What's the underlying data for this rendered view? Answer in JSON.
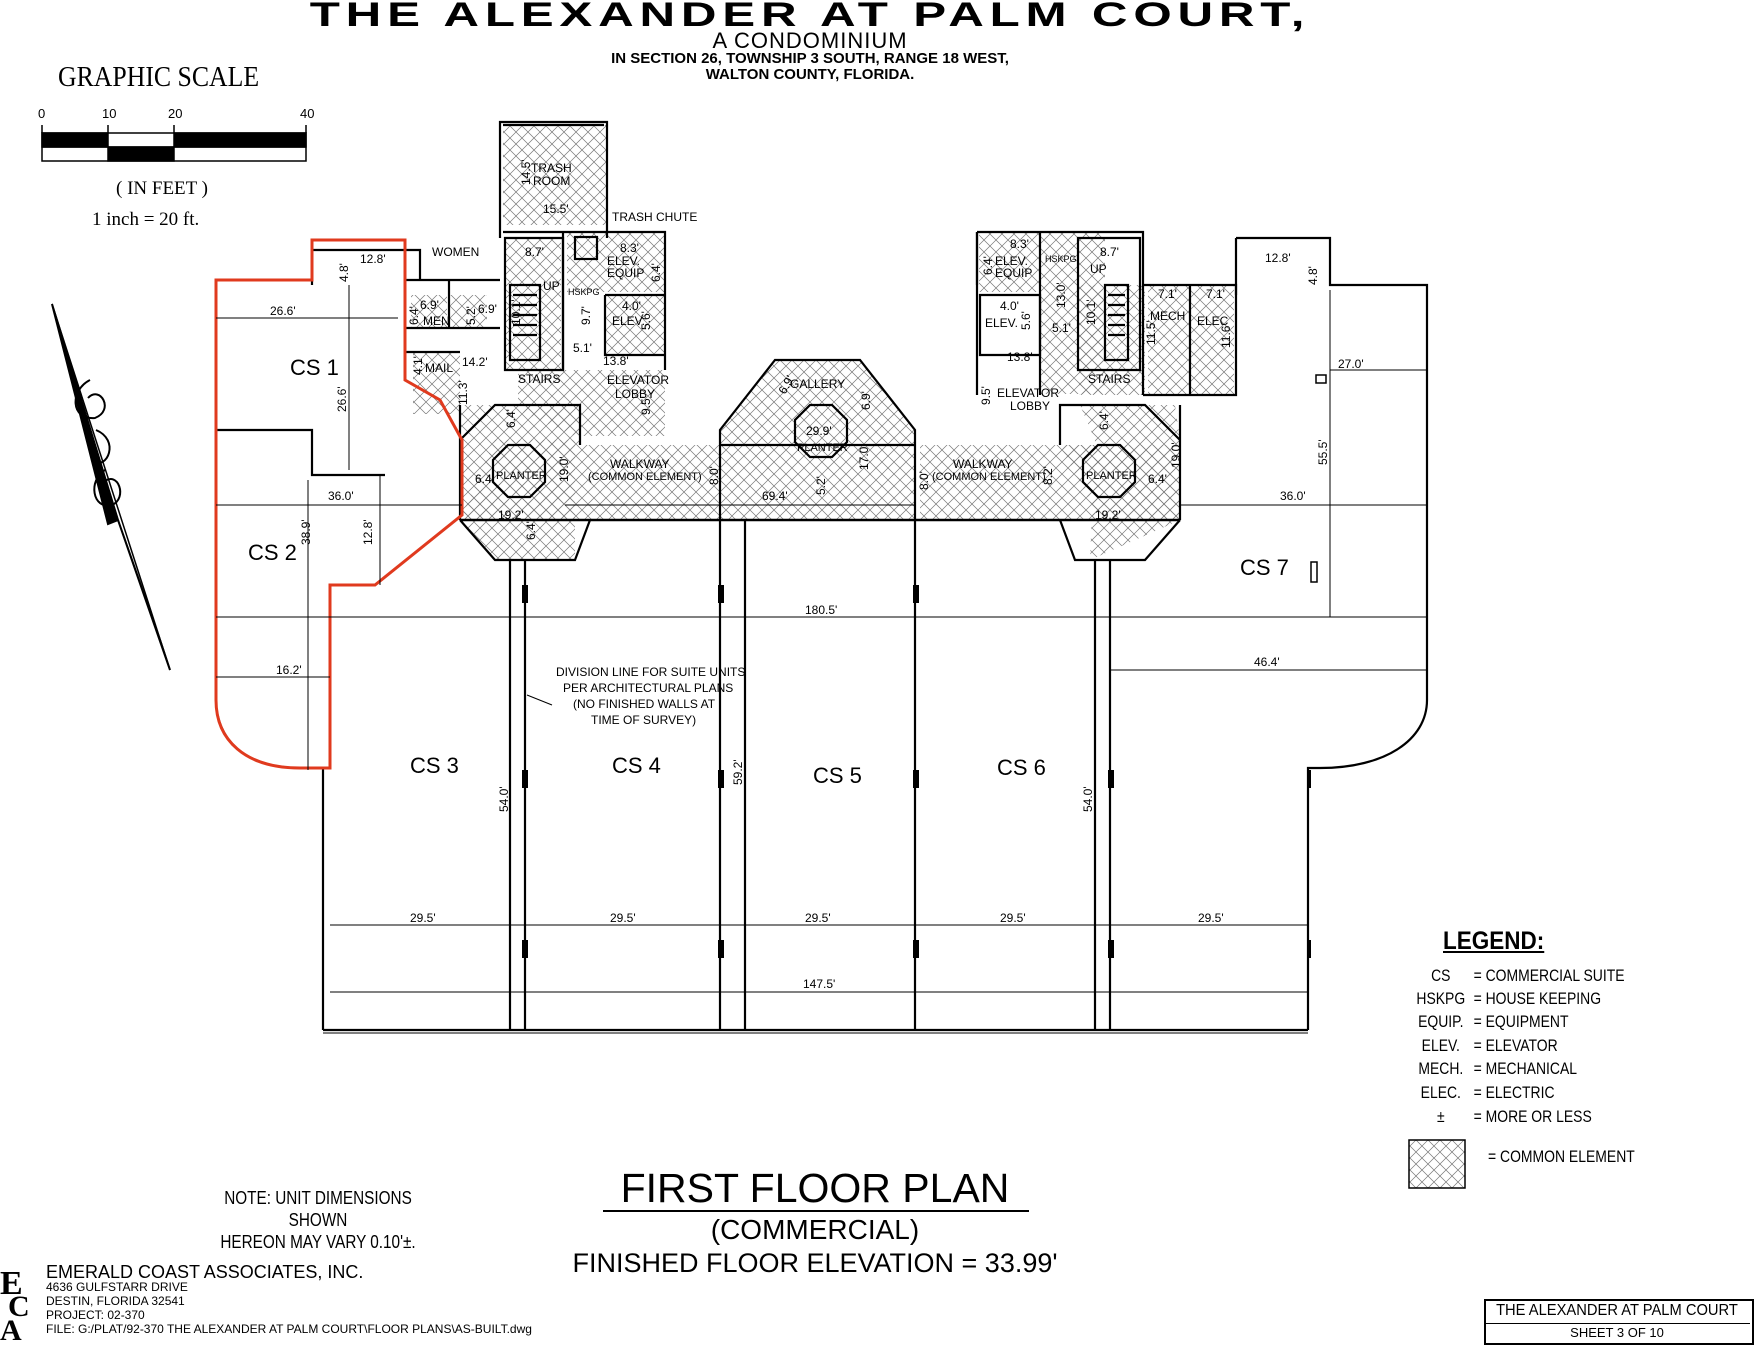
{
  "header": {
    "title": "THE ALEXANDER AT PALM COURT,",
    "subtitle": "A CONDOMINIUM",
    "location_line1": "IN SECTION 26, TOWNSHIP 3 SOUTH, RANGE 18 WEST,",
    "location_line2": "WALTON COUNTY, FLORIDA."
  },
  "scale": {
    "title": "GRAPHIC SCALE",
    "ticks": [
      "0",
      "10",
      "20",
      "40"
    ],
    "units": "( IN FEET )",
    "ratio": "1 inch =  20  ft."
  },
  "units": {
    "cs1": "CS 1",
    "cs2": "CS 2",
    "cs3": "CS 3",
    "cs4": "CS 4",
    "cs5": "CS 5",
    "cs6": "CS 6",
    "cs7": "CS 7"
  },
  "rooms": {
    "trash_room_1": "TRASH",
    "trash_room_2": "ROOM",
    "trash_chute": "TRASH CHUTE",
    "women": "WOMEN",
    "men": "MEN",
    "mail": "MAIL",
    "stairs_left": "STAIRS",
    "stairs_right": "STAIRS",
    "up_left": "UP",
    "up_right": "UP",
    "hskpg_left": "HSKPG",
    "hskpg_right": "HSKPG",
    "elev_equip_left_1": "ELEV.",
    "elev_equip_left_2": "EQUIP",
    "elev_equip_right_1": "ELEV.",
    "elev_equip_right_2": "EQUIP",
    "elev_left": "ELEV.",
    "elev_right": "ELEV.",
    "elevator_lobby_left_1": "ELEVATOR",
    "elevator_lobby_left_2": "LOBBY",
    "elevator_lobby_right_1": "ELEVATOR",
    "elevator_lobby_right_2": "LOBBY",
    "gallery": "GALLERY",
    "mech": "MECH",
    "elec": "ELEC",
    "planter_left": "PLANTER",
    "planter_center": "PLANTER",
    "planter_right": "PLANTER",
    "walkway_left_1": "WALKWAY",
    "walkway_left_2": "(COMMON ELEMENT)",
    "walkway_right_1": "WALKWAY",
    "walkway_right_2": "(COMMON ELEMENT)"
  },
  "division_note": [
    "DIVISION LINE FOR SUITE UNITS",
    "PER ARCHITECTURAL PLANS",
    "(NO FINISHED WALLS AT",
    "TIME OF SURVEY)"
  ],
  "dimensions": {
    "d_14_5": "14.5'",
    "d_15_5": "15.5'",
    "d_8_7a": "8.7'",
    "d_8_3a": "8.3'",
    "d_6_4a": "6.4'",
    "d_12_8a": "12.8'",
    "d_4_8a": "4.8'",
    "d_26_6a": "26.6'",
    "d_26_6b": "26.6'",
    "d_6_9a": "6.9'",
    "d_6_9b": "6.9'",
    "d_6_4b": "6.4'",
    "d_5_2": "5.2'",
    "d_10_1a": "10.1'",
    "d_9_7": "9.7'",
    "d_4_0a": "4.0'",
    "d_5_6a": "5.6'",
    "d_5_1a": "5.1'",
    "d_13_8a": "13.8'",
    "d_14_2": "14.2'",
    "d_4_1": "4.1'",
    "d_11_3": "11.3'",
    "d_9_5a": "9.5'",
    "d_6_4c": "6.4'",
    "d_6_4d": "6.4'",
    "d_19_0a": "19.0'",
    "d_19_2a": "19.2'",
    "d_6_4e": "6.4'",
    "d_36_0a": "36.0'",
    "d_38_9": "38.9'",
    "d_12_8b": "12.8'",
    "d_6_9c": "6.9'",
    "d_6_9d": "6.9'",
    "d_29_9": "29.9'",
    "d_8_0a": "8.0'",
    "d_69_4": "69.4'",
    "d_5_2b": "5.2'",
    "d_17_0": "17.0'",
    "d_8_0b": "8.0'",
    "d_8_2": "8.2'",
    "d_8_3b": "8.3'",
    "d_6_4f": "6.4'",
    "d_13_0": "13.0'",
    "d_8_7b": "8.7'",
    "d_4_0b": "4.0'",
    "d_5_6b": "5.6'",
    "d_5_1b": "5.1'",
    "d_13_8b": "13.8'",
    "d_9_5b": "9.5'",
    "d_10_1b": "10.1'",
    "d_11_5": "11.5'",
    "d_7_1a": "7.1'",
    "d_7_1b": "7.1'",
    "d_11_6": "11.6'",
    "d_12_8c": "12.8'",
    "d_4_8b": "4.8'",
    "d_27_0": "27.0'",
    "d_55_5": "55.5'",
    "d_36_0b": "36.0'",
    "d_6_4g": "6.4'",
    "d_19_0b": "19.0'",
    "d_19_2b": "19.2'",
    "d_6_4h": "6.4'",
    "d_180_5": "180.5'",
    "d_16_2": "16.2'",
    "d_46_4": "46.4'",
    "d_54_0a": "54.0'",
    "d_59_2": "59.2'",
    "d_54_0b": "54.0'",
    "d_29_5a": "29.5'",
    "d_29_5b": "29.5'",
    "d_29_5c": "29.5'",
    "d_29_5d": "29.5'",
    "d_29_5e": "29.5'",
    "d_147_5": "147.5'"
  },
  "legend": {
    "title": "LEGEND:",
    "items": [
      {
        "abbr": "CS",
        "meaning": "= COMMERCIAL SUITE"
      },
      {
        "abbr": "HSKPG",
        "meaning": "= HOUSE KEEPING"
      },
      {
        "abbr": "EQUIP.",
        "meaning": "= EQUIPMENT"
      },
      {
        "abbr": "ELEV.",
        "meaning": "= ELEVATOR"
      },
      {
        "abbr": "MECH.",
        "meaning": "= MECHANICAL"
      },
      {
        "abbr": "ELEC.",
        "meaning": "= ELECTRIC"
      },
      {
        "abbr": "±",
        "meaning": "= MORE OR LESS"
      }
    ],
    "common": "= COMMON ELEMENT"
  },
  "note": [
    "NOTE: UNIT DIMENSIONS SHOWN",
    "HEREON MAY VARY 0.10'±."
  ],
  "plan_title": {
    "title": "FIRST FLOOR PLAN",
    "sub": "(COMMERCIAL)",
    "elevation": "FINISHED FLOOR ELEVATION = 33.99'"
  },
  "company": {
    "name": "EMERALD COAST ASSOCIATES, INC.",
    "address1": "4636 GULFSTARR DRIVE",
    "address2": "DESTIN, FLORIDA  32541",
    "project": "PROJECT:  02-370",
    "file": "FILE: G:/PLAT/92-370 THE ALEXANDER AT PALM COURT\\FLOOR PLANS\\AS-BUILT.dwg"
  },
  "sheet": {
    "name": "THE ALEXANDER AT PALM COURT",
    "number": "SHEET 3 OF 10"
  },
  "colors": {
    "highlight": "#e03a1e",
    "line": "#000000"
  }
}
